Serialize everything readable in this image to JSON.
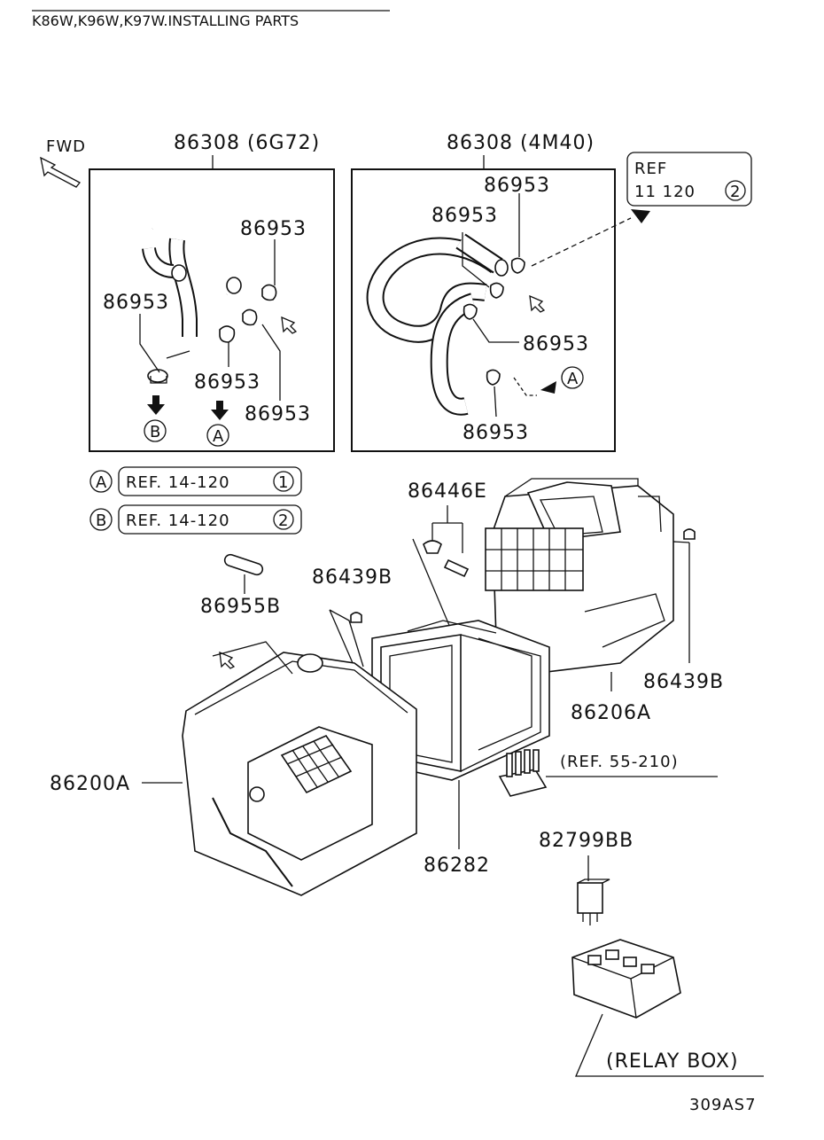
{
  "header": {
    "title": "K86W,K96W,K97W.INSTALLING PARTS"
  },
  "fwd_label": "FWD",
  "boxes": {
    "left": {
      "title": "86308 (6G72)",
      "clamp_labels": [
        "86953",
        "86953",
        "86953",
        "86953"
      ],
      "arrow_labels": [
        "B",
        "A"
      ]
    },
    "right": {
      "title": "86308 (4M40)",
      "clamp_labels": [
        "86953",
        "86953",
        "86953",
        "86953"
      ],
      "arrow_label": "A"
    }
  },
  "ref_box": {
    "line1": "REF",
    "line2": "11  120",
    "circled": "2"
  },
  "legend": [
    {
      "circle": "A",
      "text": "REF. 14-120",
      "circled": "1"
    },
    {
      "circle": "B",
      "text": "REF. 14-120",
      "circled": "2"
    }
  ],
  "parts": {
    "p86446E": "86446E",
    "p86955B": "86955B",
    "p86439B_left": "86439B",
    "p86439B_right": "86439B",
    "p86206A": "86206A",
    "p86200A": "86200A",
    "p86282": "86282",
    "ref55": "(REF. 55-210)",
    "p82799BB": "82799BB",
    "relay_box": "(RELAY  BOX)"
  },
  "footer": {
    "code": "309AS7"
  }
}
